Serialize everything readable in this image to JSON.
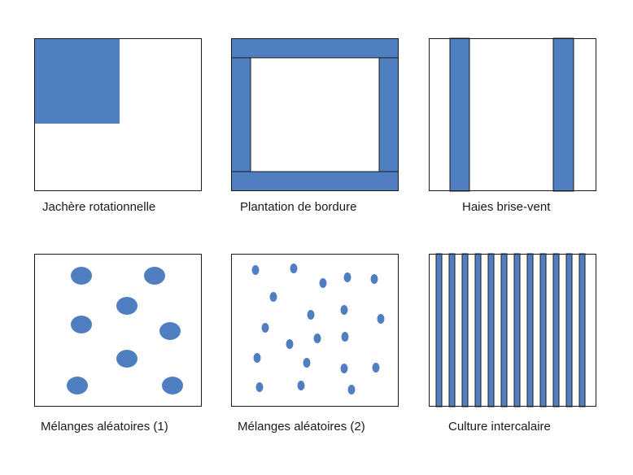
{
  "colors": {
    "fill": "#4f7ec1",
    "stroke": "#1a1a1a",
    "background": "#ffffff"
  },
  "panels": [
    {
      "id": "jachere",
      "caption": "Jachère rotationnelle"
    },
    {
      "id": "bordure",
      "caption": "Plantation de bordure"
    },
    {
      "id": "haies",
      "caption": "Haies brise-vent"
    },
    {
      "id": "melange1",
      "caption": "Mélanges aléatoires (1)"
    },
    {
      "id": "melange2",
      "caption": "Mélanges aléatoires (2)"
    },
    {
      "id": "culture",
      "caption": "Culture intercalaire"
    }
  ]
}
